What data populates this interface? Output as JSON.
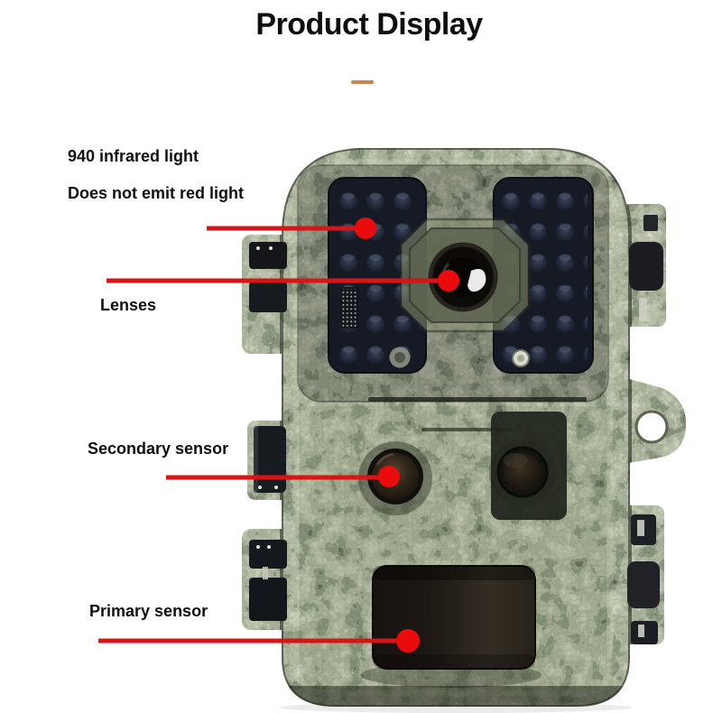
{
  "header": {
    "title": "Product Display",
    "accent_color": "#c9854e"
  },
  "annotations": {
    "ir_light_line1": "940 infrared light",
    "ir_light_line2": "Does not emit red light",
    "lenses": "Lenses",
    "secondary_sensor": "Secondary sensor",
    "primary_sensor": "Primary sensor"
  },
  "figure": {
    "alt": "camouflage-trail-camera-front-view",
    "callout_line_color": "#d91414",
    "callout_dot_color": "#ea0c0c",
    "camo_base_color": "#78855f"
  }
}
